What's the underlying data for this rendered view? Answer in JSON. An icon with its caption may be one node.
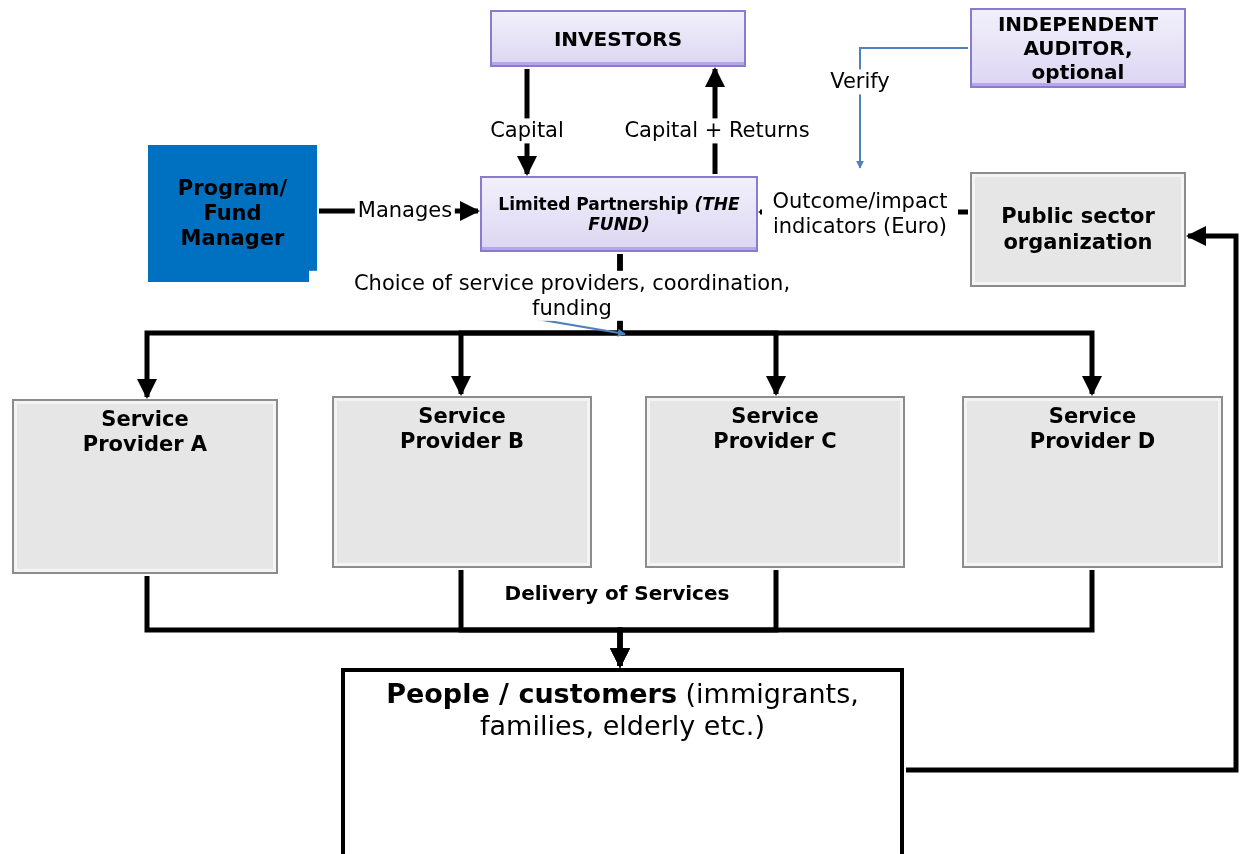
{
  "diagram": {
    "nodes": [
      {
        "text": [
          "INVESTORS"
        ]
      },
      {
        "text": [
          "INDEPENDENT AUDITOR, optional"
        ]
      },
      {
        "text": [
          "Program/ Fund Manager"
        ]
      },
      {
        "text": [
          "Limited Partnership *(THE FUND)*"
        ]
      },
      {
        "text": [
          "Public sector organization"
        ]
      },
      {
        "text": [
          "Service Provider A"
        ]
      },
      {
        "text": [
          "Service Provider B"
        ]
      },
      {
        "text": [
          "Service Provider C"
        ]
      },
      {
        "text": [
          "Service Provider D"
        ]
      },
      {
        "text": [
          "**People / customers** (immigrants, families, elderly etc.)"
        ]
      }
    ],
    "edges": [
      {
        "from": 0,
        "to": 3,
        "arrow": "to",
        "label": "Capital"
      },
      {
        "from": 3,
        "to": 0,
        "arrow": "to",
        "label": "Capital + Returns"
      },
      {
        "from": 2,
        "to": 3,
        "arrow": "to",
        "label": "Manages"
      },
      {
        "from": 4,
        "to": 3,
        "arrow": "to",
        "label": "Outcome/impact indicators (Euro)"
      },
      {
        "from": 1,
        "to": null,
        "arrow": "to",
        "label": "Verify",
        "color": "#4f81bd"
      },
      {
        "from": 3,
        "to": 5,
        "arrow": "to",
        "label": "Choice of service providers, coordination, funding"
      },
      {
        "from": 3,
        "to": 6,
        "arrow": "to"
      },
      {
        "from": 3,
        "to": 7,
        "arrow": "to"
      },
      {
        "from": 3,
        "to": 8,
        "arrow": "to"
      },
      {
        "from": 2,
        "to": null,
        "arrow": "to",
        "color": "#4f81bd"
      },
      {
        "from": 5,
        "to": 9,
        "arrow": "to",
        "label": "Delivery of Services"
      },
      {
        "from": 6,
        "to": 9,
        "arrow": "to"
      },
      {
        "from": 7,
        "to": 9,
        "arrow": "to"
      },
      {
        "from": 8,
        "to": 9,
        "arrow": "to"
      },
      {
        "from": 9,
        "to": 4,
        "arrow": "to"
      }
    ]
  }
}
